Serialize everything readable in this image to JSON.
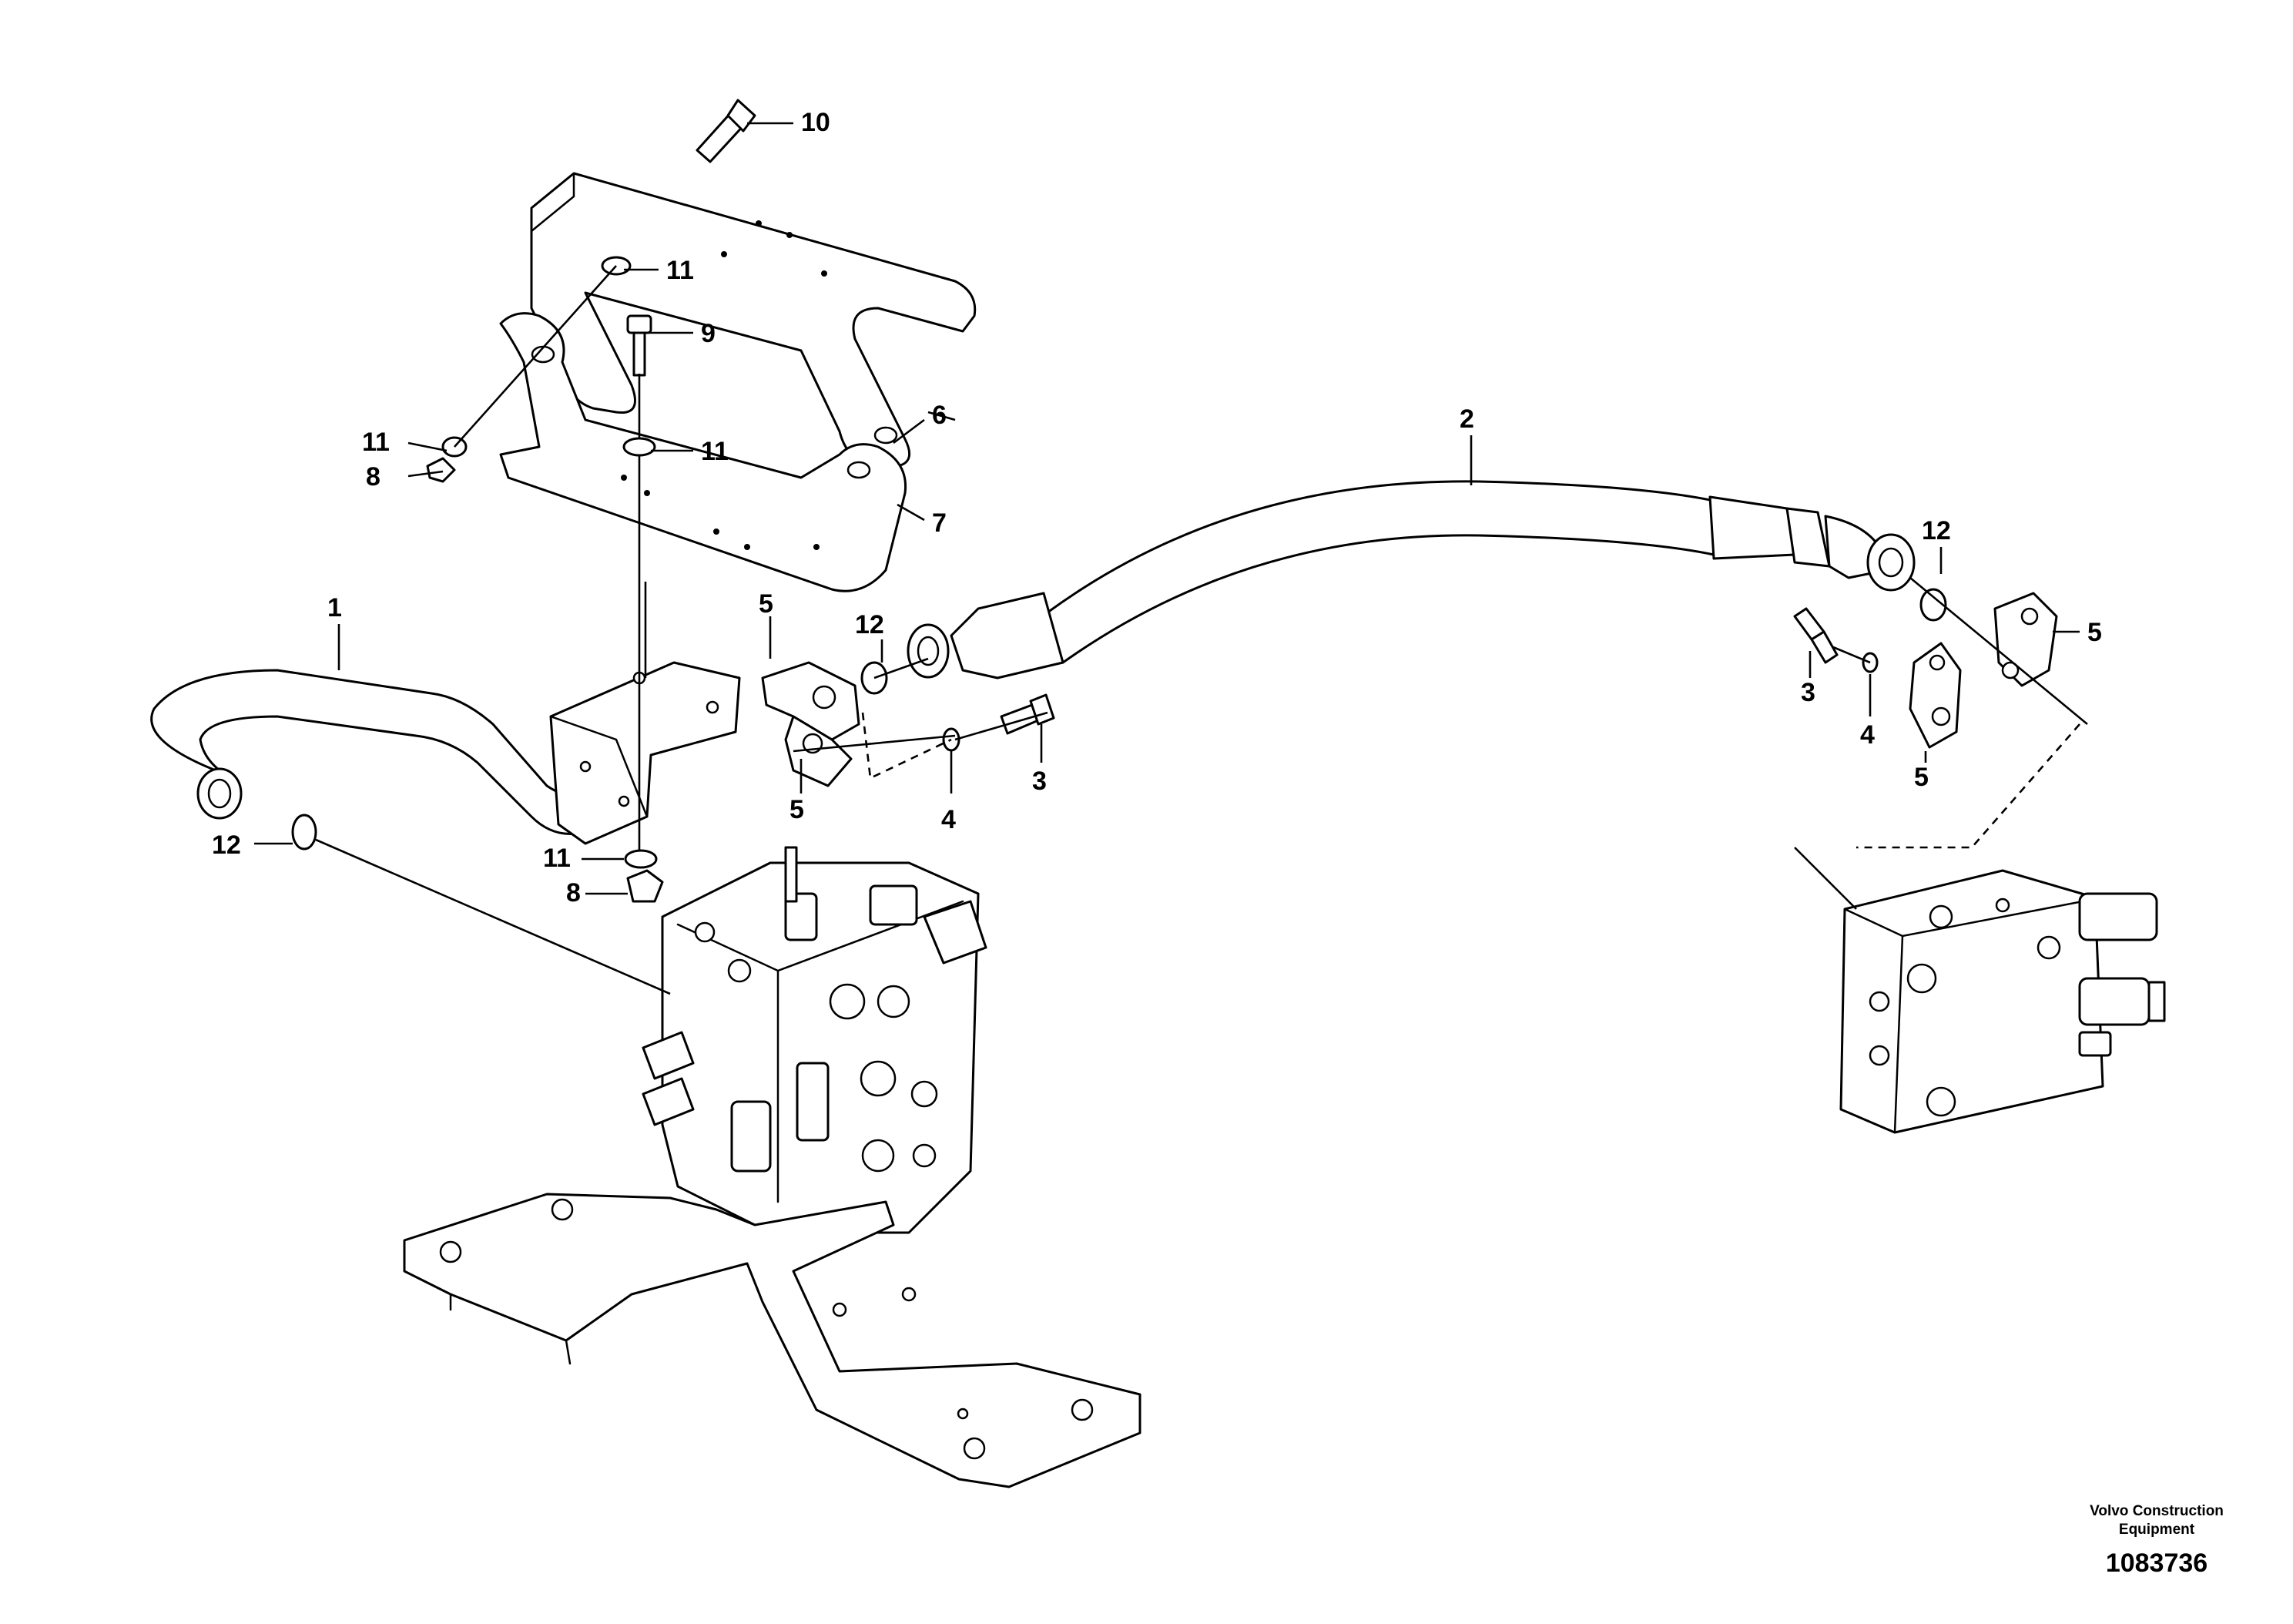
{
  "diagram": {
    "callouts": [
      "1",
      "2",
      "3",
      "3",
      "4",
      "4",
      "5",
      "5",
      "5",
      "5",
      "6",
      "7",
      "8",
      "8",
      "9",
      "10",
      "11",
      "11",
      "11",
      "11",
      "12",
      "12",
      "12"
    ]
  },
  "footer": {
    "company": "Volvo Construction Equipment",
    "company_line1": "Volvo Construction",
    "company_line2": "Equipment",
    "drawing_number": "1083736"
  },
  "colors": {
    "line": "#000000",
    "background": "#ffffff"
  }
}
